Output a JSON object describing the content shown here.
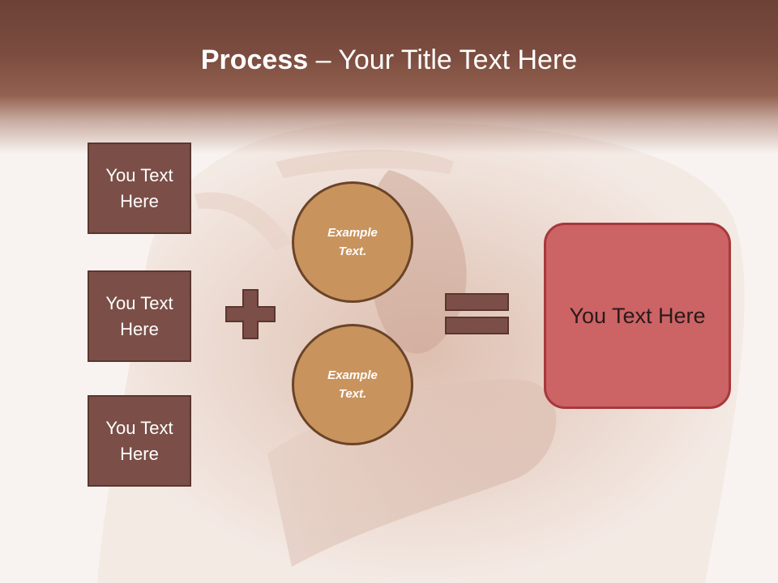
{
  "slide": {
    "title_bold": "Process",
    "title_rest": " – Your Title Text Here",
    "left_boxes": [
      {
        "label": "You Text Here"
      },
      {
        "label": "You Text Here"
      },
      {
        "label": "You Text Here"
      }
    ],
    "circles": [
      {
        "label": "Example Text."
      },
      {
        "label": "Example Text."
      }
    ],
    "result_label": "You Text Here"
  },
  "colors": {
    "title_band": "#6d4236",
    "box_fill": "#7b4f47",
    "circle_fill": "#c9935e",
    "result_fill": "#cc6365",
    "symbol_fill": "#7b4f47"
  },
  "icons": {
    "plus": "plus-icon",
    "equals": "equals-icon"
  }
}
